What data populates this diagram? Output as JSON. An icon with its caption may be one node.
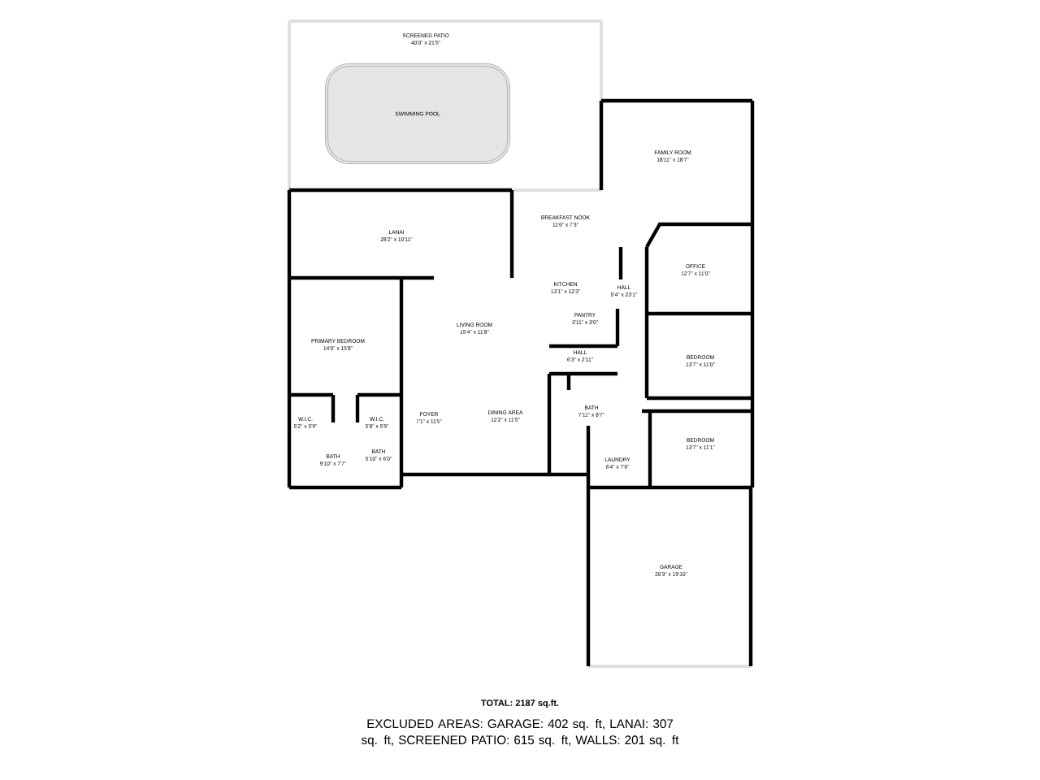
{
  "diagram": {
    "nodes": [
      {
        "text": [
          "SWIMMING POOL"
        ]
      }
    ],
    "edges": [],
    "labels": [
      "SCREENED PATIO",
      "40'0\" x 21'5\"",
      "FAMILY ROOM",
      "18'11\" x 18'7\"",
      "BREAKFAST NOOK",
      "11'6\" x 7'3\"",
      "LANAI",
      "28'2\" x 10'11\"",
      "OFFICE",
      "12'7\" x 11'0\"",
      "KITCHEN",
      "13'1\" x 12'3\"",
      "HALL",
      "5'4\" x 23'1\"",
      "PANTRY",
      "3'11\" x 3'0\"",
      "PRIMARY BEDROOM",
      "14'0\" x 15'8\"",
      "LIVING ROOM",
      "15'4\" x 11'8\"",
      "HALL",
      "6'3\" x 2'11\"",
      "BEDROOM",
      "13'7\" x 11'0\"",
      "W.I.C.",
      "5'2\" x 5'9\"",
      "W.I.C.",
      "5'8\" x 5'9\"",
      "FOYER",
      "7'1\" x 11'5\"",
      "DINING AREA",
      "12'2\" x 11'5\"",
      "BATH",
      "7'11\" x 8'7\"",
      "BEDROOM",
      "13'7\" x 11'1\"",
      "BATH",
      "9'10\" x 7'7\"",
      "BATH",
      "5'10\" x 6'0\"",
      "LAUNDRY",
      "6'4\" x 7'6\"",
      "GARAGE",
      "20'3\" x 19'10\"",
      "TOTAL: 2187 sq.ft.",
      "EXCLUDED AREAS: GARAGE: 402 sq. ft, LANAI: 307 sq. ft, SCREENED PATIO: 615 sq. ft, WALLS: 201 sq. ft"
    ]
  }
}
